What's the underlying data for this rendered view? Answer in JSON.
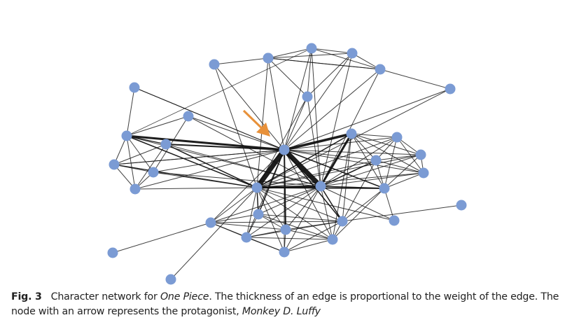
{
  "figure": {
    "node_color": "#7b9bd4",
    "edge_color": "#111111",
    "arrow_color": "#e8913a",
    "protagonist_node": "luffy",
    "nodes": [
      {
        "id": "n_top1"
      },
      {
        "id": "n_top2"
      },
      {
        "id": "n_top3"
      },
      {
        "id": "n_top4"
      },
      {
        "id": "n_top5"
      },
      {
        "id": "n_top6"
      },
      {
        "id": "n_mid_top"
      },
      {
        "id": "n_right_far"
      },
      {
        "id": "n_left1"
      },
      {
        "id": "n_left2"
      },
      {
        "id": "n_left3"
      },
      {
        "id": "n_left4"
      },
      {
        "id": "n_left5"
      },
      {
        "id": "n_left6"
      },
      {
        "id": "n_left7"
      },
      {
        "id": "luffy"
      },
      {
        "id": "hub_a"
      },
      {
        "id": "hub_b"
      },
      {
        "id": "r1"
      },
      {
        "id": "r2"
      },
      {
        "id": "r3"
      },
      {
        "id": "r4"
      },
      {
        "id": "r5"
      },
      {
        "id": "r6"
      },
      {
        "id": "r7"
      },
      {
        "id": "r_far"
      },
      {
        "id": "r_low"
      },
      {
        "id": "b1"
      },
      {
        "id": "b2"
      },
      {
        "id": "b3"
      },
      {
        "id": "b4"
      },
      {
        "id": "b5"
      },
      {
        "id": "b6"
      },
      {
        "id": "b7"
      },
      {
        "id": "s1"
      },
      {
        "id": "s2"
      }
    ]
  },
  "caption": {
    "fig_label": "Fig. 3",
    "text_part1": "Character network for ",
    "title_italic": "One Piece",
    "text_part2": ". The thickness of an edge is proportional to the weight of the edge. The node with an arrow represents the protagonist, ",
    "name_italic": "Monkey D. Luffy"
  }
}
